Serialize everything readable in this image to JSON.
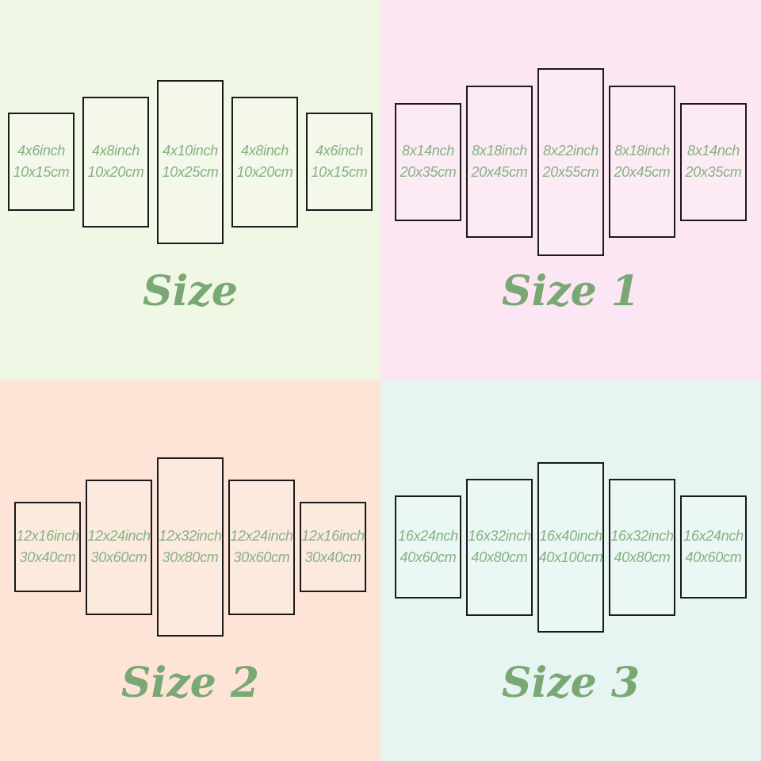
{
  "colors": {
    "title_green": "#79a875",
    "label_green": "#85b282",
    "panel_border": "#1a1a1a"
  },
  "quadrants": [
    {
      "title": "Size",
      "bg": "#f0f7e4",
      "panels": [
        {
          "inch": "4x6inch",
          "cm": "10x15cm"
        },
        {
          "inch": "4x8inch",
          "cm": "10x20cm"
        },
        {
          "inch": "4x10inch",
          "cm": "10x25cm"
        },
        {
          "inch": "4x8inch",
          "cm": "10x20cm"
        },
        {
          "inch": "4x6inch",
          "cm": "10x15cm"
        }
      ]
    },
    {
      "title": "Size 1",
      "bg": "#fce6f3",
      "panels": [
        {
          "inch": "8x14nch",
          "cm": "20x35cm"
        },
        {
          "inch": "8x18inch",
          "cm": "20x45cm"
        },
        {
          "inch": "8x22inch",
          "cm": "20x55cm"
        },
        {
          "inch": "8x18inch",
          "cm": "20x45cm"
        },
        {
          "inch": "8x14nch",
          "cm": "20x35cm"
        }
      ]
    },
    {
      "title": "Size 2",
      "bg": "#fde4d7",
      "panels": [
        {
          "inch": "12x16inch",
          "cm": "30x40cm"
        },
        {
          "inch": "12x24inch",
          "cm": "30x60cm"
        },
        {
          "inch": "12x32inch",
          "cm": "30x80cm"
        },
        {
          "inch": "12x24inch",
          "cm": "30x60cm"
        },
        {
          "inch": "12x16inch",
          "cm": "30x40cm"
        }
      ]
    },
    {
      "title": "Size 3",
      "bg": "#e6f5f1",
      "panels": [
        {
          "inch": "16x24nch",
          "cm": "40x60cm"
        },
        {
          "inch": "16x32inch",
          "cm": "40x80cm"
        },
        {
          "inch": "16x40inch",
          "cm": "40x100cm"
        },
        {
          "inch": "16x32inch",
          "cm": "40x80cm"
        },
        {
          "inch": "16x24nch",
          "cm": "40x60cm"
        }
      ]
    }
  ]
}
